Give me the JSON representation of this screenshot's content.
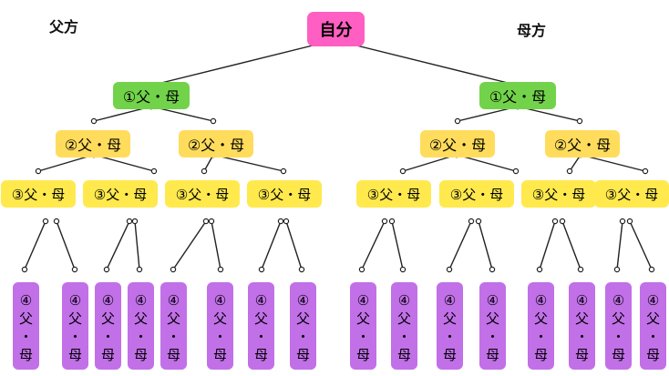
{
  "labels": {
    "self": "自分",
    "father_side": "父方",
    "mother_side": "母方",
    "gen1": "①父・母",
    "gen2": "②父・母",
    "gen3": "③父・母",
    "gen4_number": "④",
    "gen4_father": "父",
    "gen4_dot": "・",
    "gen4_mother": "母"
  },
  "colors": {
    "self": "#ff5fc2",
    "gen1": "#72d34b",
    "gen2": "#ffdc5c",
    "gen3": "#ffe94d",
    "gen4": "#c170e8",
    "line": "#222222"
  }
}
